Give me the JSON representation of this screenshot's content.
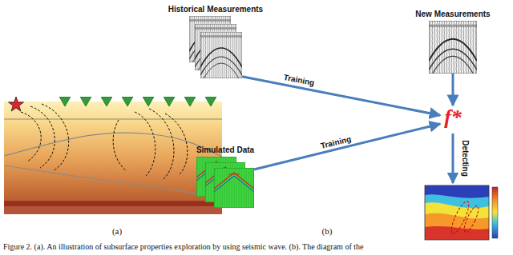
{
  "diagram": {
    "caption": "Figure 2. (a). An illustration of subsurface properties exploration by using seismic wave. (b). The diagram of the",
    "nodes": [
      {
        "text": [
          "Historical Measurements"
        ]
      },
      {
        "text": [
          "New Measurements"
        ]
      },
      {
        "text": [
          "Simulated Data"
        ]
      },
      {
        "text": [
          "f*"
        ]
      }
    ],
    "edges": [
      {
        "from": 0,
        "to": 3,
        "label": "Training",
        "arrow": "to"
      },
      {
        "from": 2,
        "to": 3,
        "label": "Training",
        "arrow": "to"
      },
      {
        "from": 1,
        "to": 3,
        "arrow": "to"
      }
    ],
    "labels": [
      "Detecting",
      "(a)",
      "(b)"
    ]
  }
}
